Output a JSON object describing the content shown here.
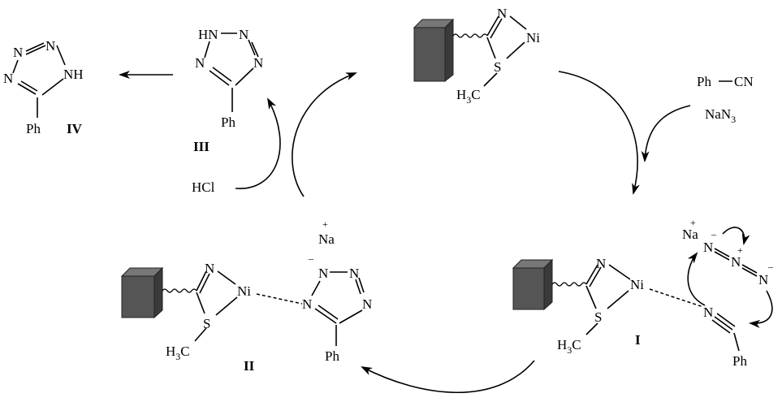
{
  "molecules": {
    "iv": {
      "n1": "N",
      "n2": "N",
      "n3": "N",
      "nh": "NH",
      "ph": "Ph",
      "label": "IV"
    },
    "iii": {
      "hn": "HN",
      "n2": "N",
      "n3": "N",
      "n4": "N",
      "ph": "Ph",
      "label": "III"
    },
    "catalyst": {
      "n": "N",
      "ni": "Ni",
      "s": "S",
      "ch3": "H",
      "ch3_sub": "3",
      "ch3_c": "C"
    },
    "complex_i": {
      "n": "N",
      "ni": "Ni",
      "s": "S",
      "ch3": "H",
      "ch3_sub": "3",
      "ch3_c": "C",
      "nitrile_n": "N",
      "ph": "Ph",
      "label": "I",
      "azide": {
        "na": "Na",
        "na_charge": "+",
        "n1": "N",
        "n1_charge": "–",
        "n2": "N",
        "n2_charge": "+",
        "n3": "N",
        "n3_charge": "–"
      }
    },
    "complex_ii": {
      "n": "N",
      "ni": "Ni",
      "s": "S",
      "ch3": "H",
      "ch3_sub": "3",
      "ch3_c": "C",
      "label": "II",
      "na": "Na",
      "na_charge": "+",
      "tz_n1": "N",
      "tz_n1_charge": "–",
      "tz_n2": "N",
      "tz_n3": "N",
      "tz_n4": "N",
      "ph": "Ph"
    }
  },
  "reagents": {
    "ph_cn_ph": "Ph",
    "ph_cn_cn": "CN",
    "nan3": "NaN",
    "nan3_sub": "3",
    "hcl": "HCl"
  }
}
